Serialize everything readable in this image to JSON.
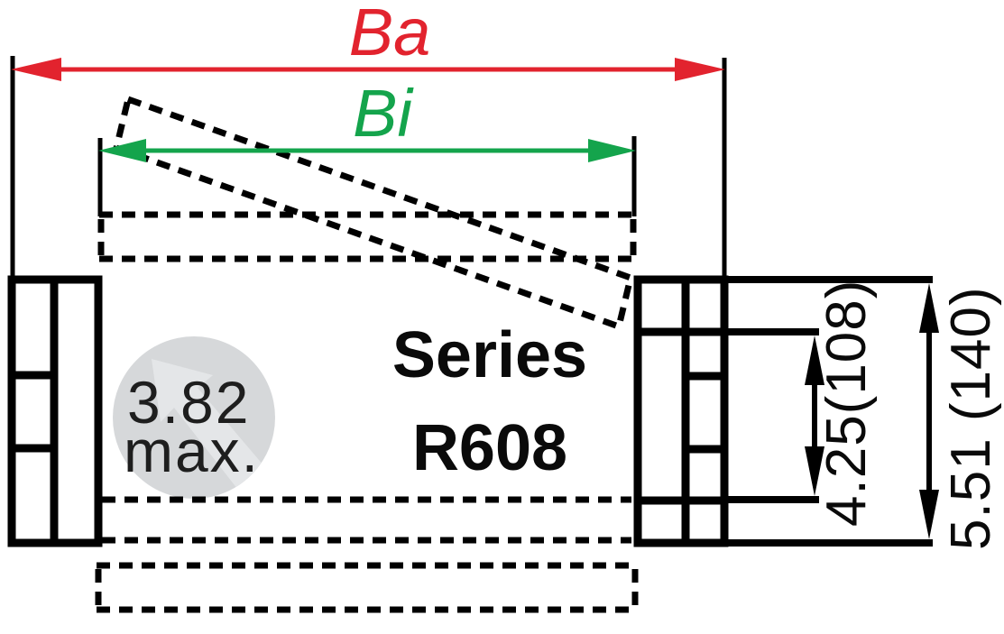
{
  "drawing": {
    "series_label": {
      "line1": "Series",
      "line2": "R608"
    },
    "dim_outer_width": {
      "label": "Ba",
      "color": "#e2232e"
    },
    "dim_inner_width": {
      "label": "Bi",
      "color": "#14a44c"
    },
    "dim_inner_height": {
      "label": "4.25(108)"
    },
    "dim_outer_height": {
      "label": "5.51 (140)"
    },
    "bend_radius_note": {
      "line1": "3.82",
      "line2": "max."
    },
    "colors": {
      "ink": "#000000",
      "outer_width_accent": "#e2232e",
      "inner_width_accent": "#14a44c",
      "watermark_background": "#d6d8da",
      "watermark_glyph": "#e4e6e8",
      "background": "#ffffff"
    }
  }
}
